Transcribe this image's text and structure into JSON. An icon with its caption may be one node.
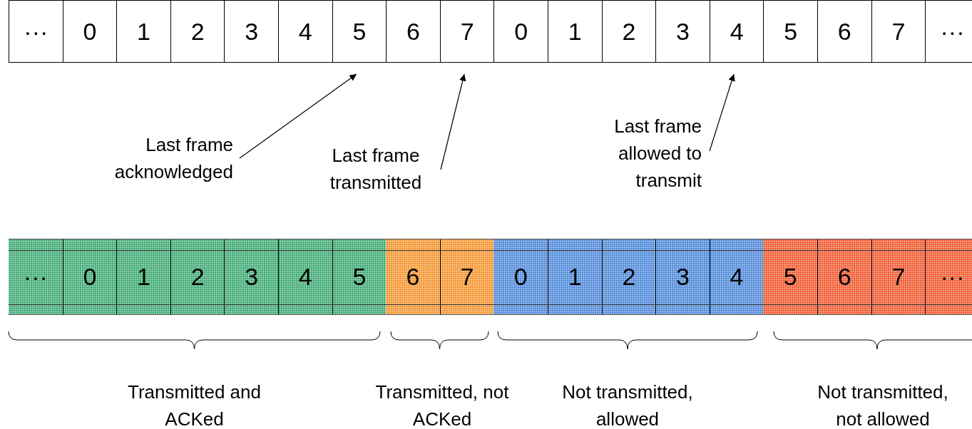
{
  "diagram": {
    "nodes": [
      {
        "text": [
          "···"
        ]
      },
      {
        "text": [
          "0"
        ]
      },
      {
        "text": [
          "1"
        ]
      },
      {
        "text": [
          "2"
        ]
      },
      {
        "text": [
          "3"
        ]
      },
      {
        "text": [
          "4"
        ]
      },
      {
        "text": [
          "5"
        ]
      },
      {
        "text": [
          "6"
        ]
      },
      {
        "text": [
          "7"
        ]
      },
      {
        "text": [
          "0"
        ]
      },
      {
        "text": [
          "1"
        ]
      },
      {
        "text": [
          "2"
        ]
      },
      {
        "text": [
          "3"
        ]
      },
      {
        "text": [
          "4"
        ]
      },
      {
        "text": [
          "5"
        ]
      },
      {
        "text": [
          "6"
        ]
      },
      {
        "text": [
          "7"
        ]
      },
      {
        "text": [
          "···"
        ]
      },
      {
        "text": [
          "Last frame acknowledged"
        ]
      },
      {
        "text": [
          "Last frame transmitted"
        ]
      },
      {
        "text": [
          "Last frame allowed to transmit"
        ]
      },
      {
        "text": [],
        "shape": "bar"
      },
      {
        "text": [
          "···"
        ],
        "in": 21
      },
      {
        "text": [
          "0"
        ],
        "in": 21
      },
      {
        "text": [
          "1"
        ],
        "in": 21
      },
      {
        "text": [
          "2"
        ],
        "in": 21
      },
      {
        "text": [
          "3"
        ],
        "in": 21
      },
      {
        "text": [
          "4"
        ],
        "in": 21
      },
      {
        "text": [
          "5"
        ],
        "in": 21
      },
      {
        "text": [],
        "shape": "bar"
      },
      {
        "text": [
          "6"
        ],
        "in": 29
      },
      {
        "text": [
          "7"
        ],
        "in": 29
      },
      {
        "text": [],
        "shape": "bar"
      },
      {
        "text": [
          "0"
        ],
        "in": 32
      },
      {
        "text": [
          "1"
        ],
        "in": 32
      },
      {
        "text": [
          "2"
        ],
        "in": 32
      },
      {
        "text": [
          "3"
        ],
        "in": 32
      },
      {
        "text": [
          "4"
        ],
        "in": 32
      },
      {
        "text": [],
        "shape": "bar"
      },
      {
        "text": [
          "5"
        ],
        "in": 38
      },
      {
        "text": [
          "6"
        ],
        "in": 38
      },
      {
        "text": [
          "7"
        ],
        "in": 38
      },
      {
        "text": [
          "···"
        ],
        "in": 38
      }
    ],
    "edges": [
      {
        "from": 18,
        "to": 6,
        "arrow": "to"
      },
      {
        "from": 19,
        "to": 8,
        "arrow": "to"
      },
      {
        "from": 20,
        "to": 13,
        "arrow": "to"
      }
    ],
    "labels": [
      "Transmitted and ACKed",
      "Transmitted, not ACKed",
      "Not transmitted, allowed",
      "Not transmitted, not allowed"
    ]
  }
}
